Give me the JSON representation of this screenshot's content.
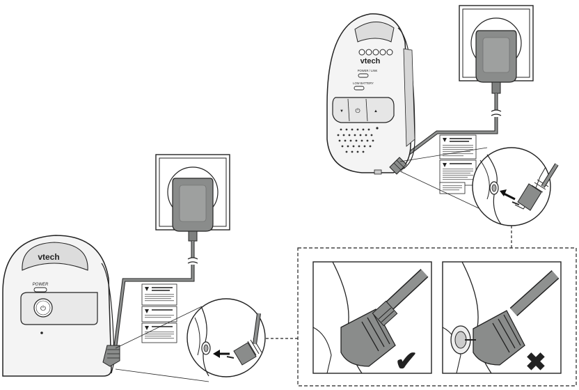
{
  "brand": "vtech",
  "parent_unit": {
    "brand": "vtech",
    "power_label": "POWER / LINK",
    "battery_label": "LOW BATTERY",
    "button_down": "▼",
    "button_power": "⏻",
    "button_up": "▲"
  },
  "baby_unit": {
    "brand": "vtech",
    "power_label": "POWER",
    "button_power": "⏻"
  },
  "results": {
    "correct": "✔",
    "incorrect": "✖"
  },
  "colors": {
    "line": "#222222",
    "cable": "#8f9190",
    "adapter": "#8a8c8b",
    "correct_mark": "#111111",
    "incorrect_mark": "#111111"
  }
}
